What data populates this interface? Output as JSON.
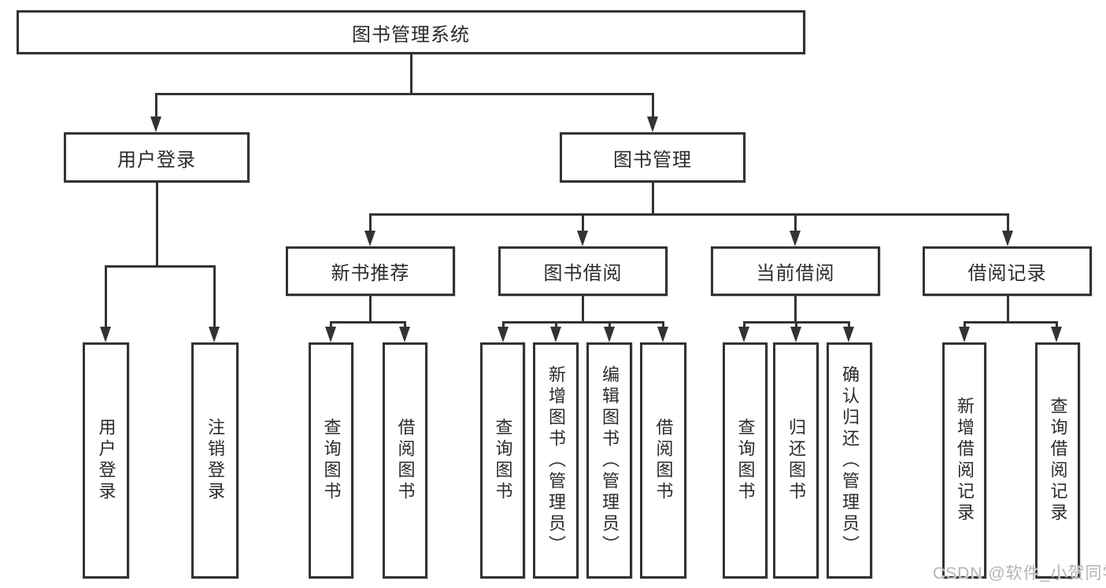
{
  "diagram": {
    "title": "图书管理系统",
    "type": "hierarchy-tree"
  },
  "nodes": {
    "root": {
      "label": "图书管理系统"
    },
    "user_login": {
      "label": "用户登录"
    },
    "book_manage": {
      "label": "图书管理"
    },
    "new_book": {
      "label": "新书推荐"
    },
    "book_borrow": {
      "label": "图书借阅"
    },
    "current_borrow": {
      "label": "当前借阅"
    },
    "borrow_record": {
      "label": "借阅记录"
    },
    "leaf_user_login": {
      "label": "用户登录"
    },
    "leaf_logout": {
      "label": "注销登录"
    },
    "leaf_nb_query": {
      "label": "查询图书"
    },
    "leaf_nb_borrow": {
      "label": "借阅图书"
    },
    "leaf_bb_query": {
      "label": "查询图书"
    },
    "leaf_bb_add": {
      "label": "新增图书（管理员）"
    },
    "leaf_bb_edit": {
      "label": "编辑图书（管理员）"
    },
    "leaf_bb_borrow": {
      "label": "借阅图书"
    },
    "leaf_cb_query": {
      "label": "查询图书"
    },
    "leaf_cb_return": {
      "label": "归还图书"
    },
    "leaf_cb_confirm": {
      "label": "确认归还（管理员）"
    },
    "leaf_br_add": {
      "label": "新增借阅记录"
    },
    "leaf_br_query": {
      "label": "查询借阅记录"
    }
  },
  "hierarchy": [
    {
      "parent": "图书管理系统",
      "children": [
        "用户登录",
        "图书管理"
      ]
    },
    {
      "parent": "用户登录",
      "children": [
        "用户登录",
        "注销登录"
      ]
    },
    {
      "parent": "图书管理",
      "children": [
        "新书推荐",
        "图书借阅",
        "当前借阅",
        "借阅记录"
      ]
    },
    {
      "parent": "新书推荐",
      "children": [
        "查询图书",
        "借阅图书"
      ]
    },
    {
      "parent": "图书借阅",
      "children": [
        "查询图书",
        "新增图书（管理员）",
        "编辑图书（管理员）",
        "借阅图书"
      ]
    },
    {
      "parent": "当前借阅",
      "children": [
        "查询图书",
        "归还图书",
        "确认归还（管理员）"
      ]
    },
    {
      "parent": "借阅记录",
      "children": [
        "新增借阅记录",
        "查询借阅记录"
      ]
    }
  ],
  "watermark": {
    "text": "CSDN @软件_小贺同学"
  },
  "colors": {
    "line": "#333333",
    "box_border": "#333333",
    "text": "#2b2b2b",
    "background": "#ffffff",
    "watermark": "#b4b4b4"
  }
}
